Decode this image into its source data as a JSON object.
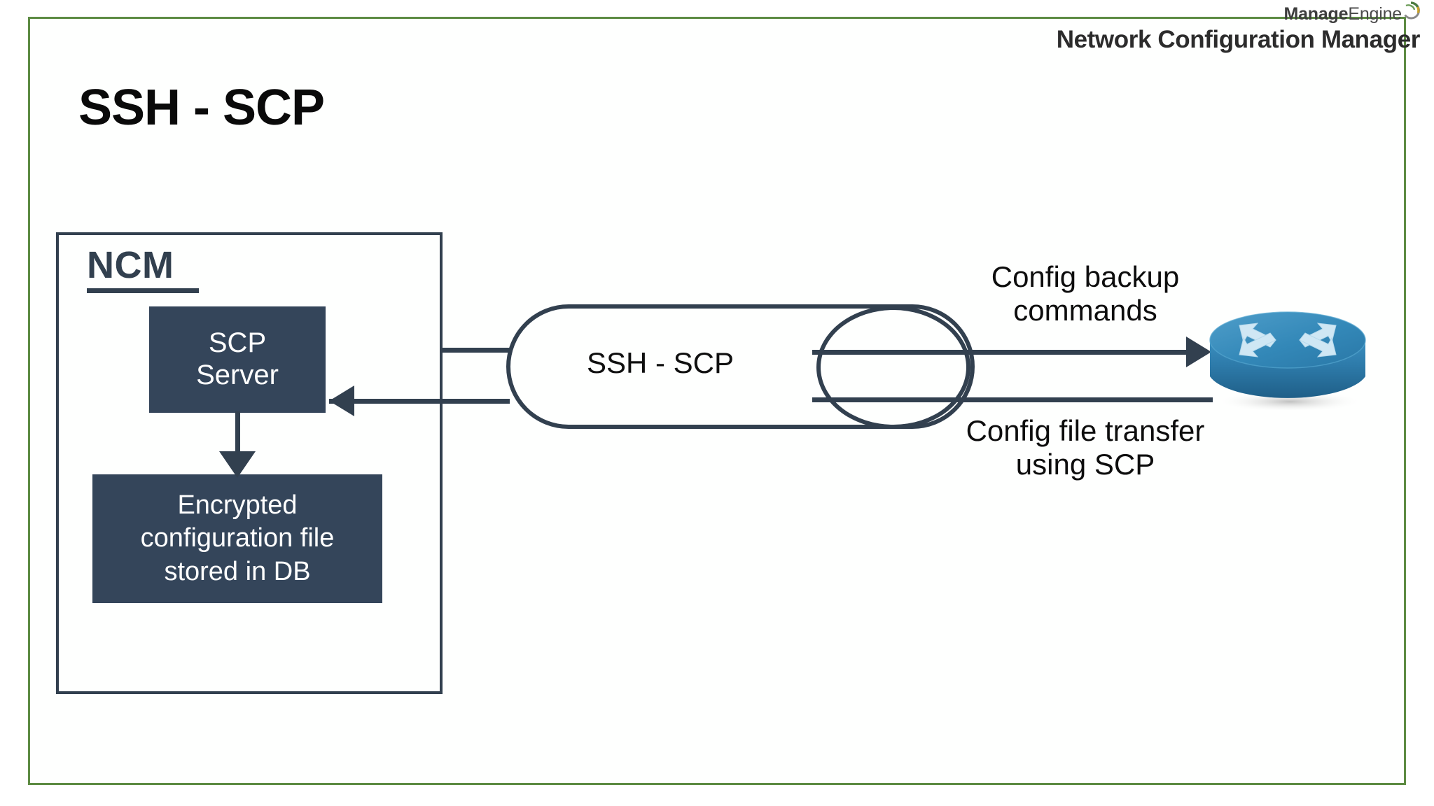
{
  "slide": {
    "title": "SSH - SCP",
    "frame_color": "#5d8b43",
    "accent_dark": "#32404f",
    "box_fill": "#34455a",
    "device_blue": "#2e7fae"
  },
  "brand": {
    "product_prefix": "Manage",
    "product_suffix": "Engine",
    "product_name": "Network Configuration Manager",
    "logo_icon": "manageengine-swirl-icon"
  },
  "ncm": {
    "label": "NCM",
    "scp_server": {
      "line1": "SCP",
      "line2": "Server"
    },
    "encrypted_store": {
      "line1": "Encrypted",
      "line2": "configuration file",
      "line3": "stored in DB"
    }
  },
  "channel": {
    "label": "SSH - SCP",
    "shape": "stadium-pipe",
    "endpoint_icon": "pipe-circle-icon"
  },
  "flows": {
    "downstream": "Config backup\ncommands",
    "upstream": "Config file transfer\nusing SCP"
  },
  "device": {
    "name": "router-icon",
    "label": ""
  }
}
